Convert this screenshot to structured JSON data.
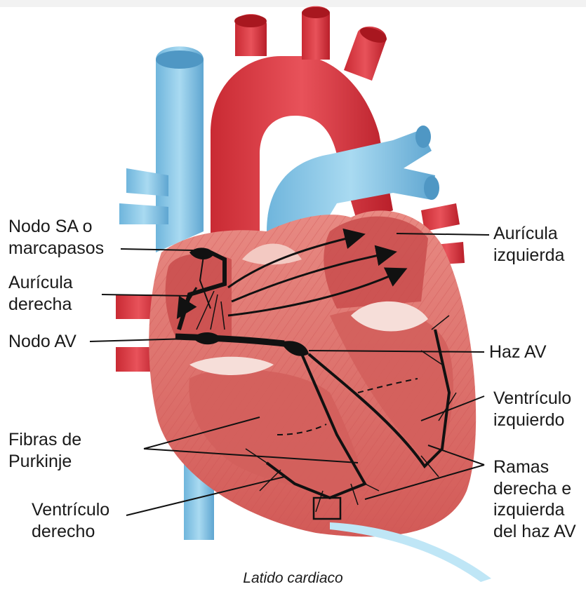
{
  "diagram": {
    "caption": "Latido cardiaco",
    "labels": {
      "sa_node": "Nodo SA o\nmarcapasos",
      "right_atrium": "Aurícula\nderecha",
      "av_node": "Nodo AV",
      "purkinje": "Fibras de\nPurkinje",
      "right_ventricle": "Ventrículo\nderecho",
      "left_atrium": "Aurícula\nizquierda",
      "av_bundle": "Haz AV",
      "left_ventricle": "Ventrículo\nizquierdo",
      "bundle_branches": "Ramas\nderecha e\nizquierda\ndel haz AV"
    },
    "colors": {
      "vein_blue": "#8cc7e6",
      "artery_red": "#d63a3f",
      "myocardium": "#e0716c",
      "conduction": "#111111"
    }
  }
}
